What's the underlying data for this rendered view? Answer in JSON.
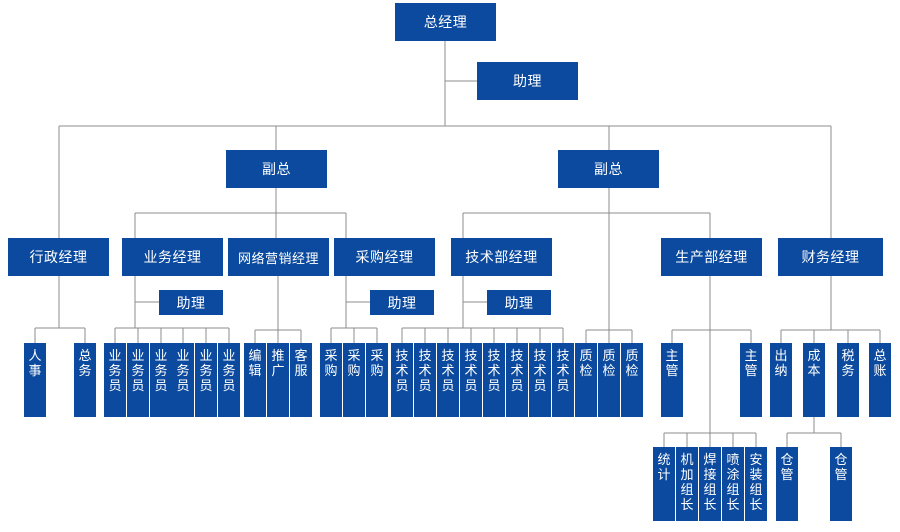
{
  "boxes": {
    "ceo": "总经理",
    "ceo_assistant": "助理",
    "vp_left": "副总",
    "vp_right": "副总",
    "admin_mgr": "行政经理",
    "sales_mgr": "业务经理",
    "net_mkt_mgr": "网络营销经理",
    "purchase_mgr": "采购经理",
    "tech_mgr": "技术部经理",
    "prod_mgr": "生产部经理",
    "fin_mgr": "财务经理",
    "sales_assistant": "助理",
    "purchase_assistant": "助理",
    "tech_assistant": "助理",
    "hr": "人事",
    "general_affairs": "总务",
    "sales_rep_1": "业务员",
    "sales_rep_2": "业务员",
    "sales_rep_3": "业务员",
    "sales_rep_4": "业务员",
    "sales_rep_5": "业务员",
    "sales_rep_6": "业务员",
    "editor": "编辑",
    "promotion": "推广",
    "customer_service": "客服",
    "buyer_1": "采购",
    "buyer_2": "采购",
    "buyer_3": "采购",
    "tech_1": "技术员",
    "tech_2": "技术员",
    "tech_3": "技术员",
    "tech_4": "技术员",
    "tech_5": "技术员",
    "tech_6": "技术员",
    "tech_7": "技术员",
    "tech_8": "技术员",
    "qc_1": "质检",
    "qc_2": "质检",
    "qc_3": "质检",
    "supervisor_1": "主管",
    "supervisor_2": "主管",
    "cashier": "出纳",
    "cost": "成本",
    "tax": "税务",
    "general_ledger": "总账",
    "statistics": "统计",
    "machining_lead": "机加组长",
    "welding_lead": "焊接组长",
    "painting_lead": "喷涂组长",
    "assembly_lead": "安装组长",
    "warehouse_1": "仓管",
    "warehouse_2": "仓管"
  }
}
